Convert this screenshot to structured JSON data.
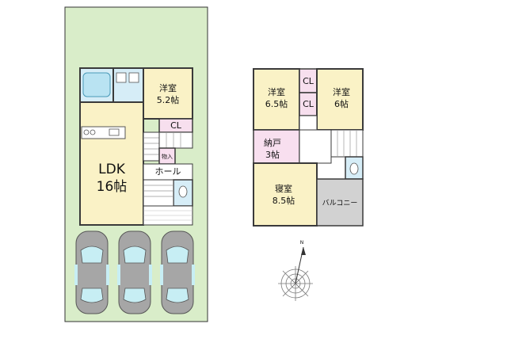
{
  "floor1": {
    "rooms": {
      "western": {
        "name": "洋室",
        "size": "5.2帖"
      },
      "ldk": {
        "name": "LDK",
        "size": "16帖"
      },
      "closet": {
        "name": "CL"
      },
      "storage": {
        "name": "物入"
      },
      "hall": {
        "name": "ホール"
      }
    }
  },
  "floor2": {
    "rooms": {
      "western_a": {
        "name": "洋室",
        "size": "6.5帖"
      },
      "western_b": {
        "name": "洋室",
        "size": "6帖"
      },
      "closet_a": {
        "name": "CL"
      },
      "closet_b": {
        "name": "CL"
      },
      "storeroom": {
        "name": "納戸",
        "size": "3帖"
      },
      "bedroom": {
        "name": "寝室",
        "size": "8.5帖"
      },
      "balcony": {
        "name": "バルコニー"
      }
    }
  },
  "compass": {
    "north_label": "N"
  },
  "colors": {
    "site": "#d9edc9",
    "room": "#faf2c6",
    "closet": "#f7dfee",
    "storage": "#f8dfef",
    "wet": "#d6edf7",
    "balcony": "#d2d2d2",
    "wall": "#3a3a3a",
    "car_body": "#a6a6a6",
    "car_glass": "#c7eef4"
  }
}
